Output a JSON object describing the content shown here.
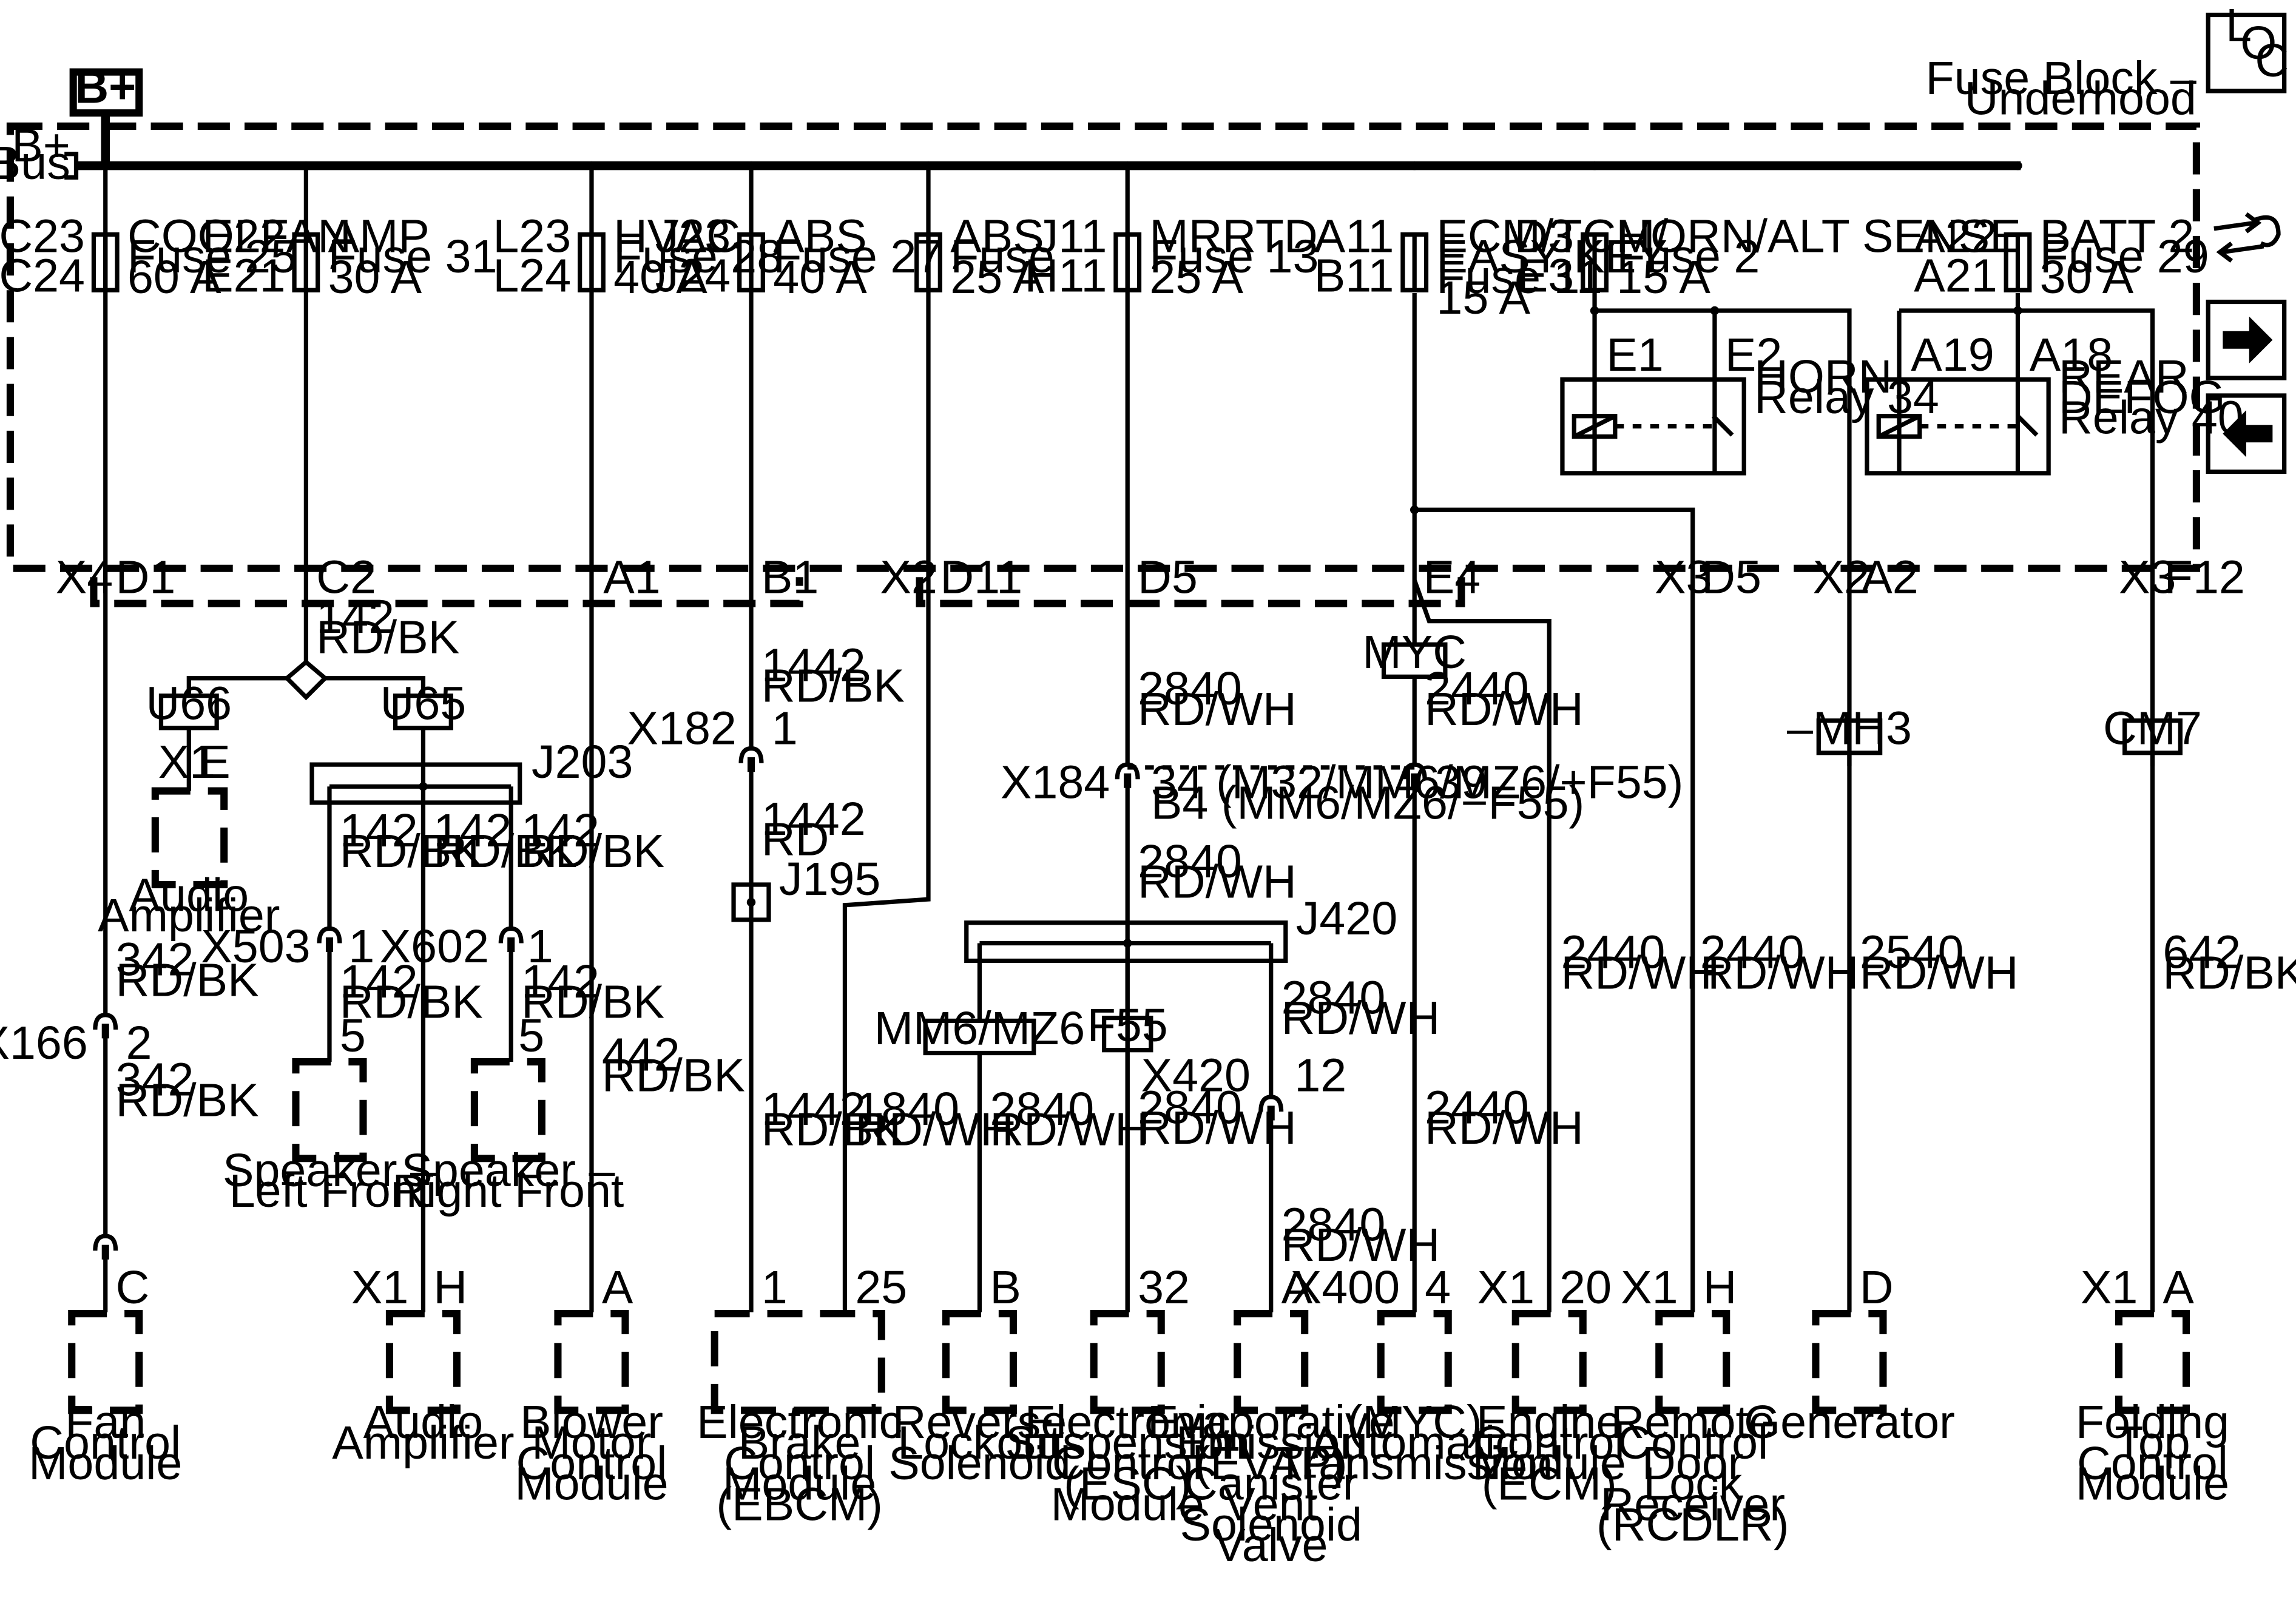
{
  "header": {
    "b_plus": "B+",
    "loc_l": "L",
    "loc_o": "O",
    "loc_c": "C",
    "fuse_block_1": "Fuse Block –",
    "fuse_block_2": "Underhood",
    "bus_1": "B+",
    "bus_2": "Bus"
  },
  "nav": {
    "forward_icon": "arrow-right-icon",
    "back_icon": "arrow-left-icon",
    "tools_icon": "wrench-icon"
  },
  "fuses": [
    {
      "pin_top": "C23",
      "pin_bot": "C24",
      "name": "COOLFAN",
      "fuse": "Fuse 25",
      "amps": "60 A"
    },
    {
      "pin_top": "E22",
      "pin_bot": "E21",
      "name": "AMP",
      "fuse": "Fuse 31",
      "amps": "30 A"
    },
    {
      "pin_top": "L23",
      "pin_bot": "L24",
      "name": "HVAC",
      "fuse": "Fuse 28",
      "amps": "40 A"
    },
    {
      "pin_top": "J23",
      "pin_bot": "J24",
      "name": "ABS",
      "fuse": "Fuse 27",
      "amps": "40 A"
    },
    {
      "pin_top": "",
      "pin_bot": "",
      "name": "ABS",
      "fuse": "Fuse",
      "amps": "25 A"
    },
    {
      "pin_top": "J11",
      "pin_bot": "H11",
      "name": "MRRTD",
      "fuse": "Fuse 13",
      "amps": "25 A"
    },
    {
      "pin_top": "A11",
      "pin_bot": "B11",
      "name": "ECM/TCM/",
      "name2": "EASY KEY",
      "fuse": "Fuse 11",
      "amps": "15 A"
    },
    {
      "pin_top": "D3",
      "pin_bot": "E3",
      "name": "HORN/ALT SENSE",
      "fuse": "Fuse 2",
      "amps": "15 A"
    },
    {
      "pin_top": "A22",
      "pin_bot": "A21",
      "name": "BATT 2",
      "fuse": "Fuse 29",
      "amps": "30 A"
    }
  ],
  "relays": [
    {
      "pin_l": "E1",
      "pin_r": "E2",
      "name": "HORN",
      "relay": "Relay 34"
    },
    {
      "pin_l": "A19",
      "pin_r": "A18",
      "name": "REAR",
      "name2": "DEFOG",
      "relay": "Relay 40"
    }
  ],
  "connectors": {
    "x4": "X4",
    "d1": "D1",
    "c2": "C2",
    "a1": "A1",
    "b1": "B1",
    "x2a": "X2",
    "d11": "D11",
    "d5": "D5",
    "e4": "E4",
    "x3a": "X3",
    "d5b": "D5",
    "x2b": "X2",
    "a2": "A2",
    "x3b": "X3",
    "f12": "F12"
  },
  "wires": {
    "w142a": "142",
    "w142a_c": "RD/BK",
    "w1442a": "1442",
    "w1442a_c": "RD/BK",
    "w2840a": "2840",
    "w2840a_c": "RD/WH",
    "w2440a": "2440",
    "w2440a_c": "RD/WH",
    "w142l": "142",
    "w142l_c": "RD/BK",
    "w142m": "142",
    "w142m_c": "RD/BK",
    "w142r": "142",
    "w142r_c": "RD/BK",
    "w1442b": "1442",
    "w1442b_c": "RD",
    "w2840b": "2840",
    "w2840b_c": "RD/WH",
    "w342a": "342",
    "w342a_c": "RD/BK",
    "w342b": "342",
    "w342b_c": "RD/BK",
    "w142sl": "142",
    "w142sl_c": "RD/BK",
    "w142sr": "142",
    "w142sr_c": "RD/BK",
    "w442": "442",
    "w442_c": "RD/BK",
    "w1442c": "1442",
    "w1442c_c": "RD/BK",
    "w1840": "1840",
    "w1840_c": "RD/WH",
    "w2840c": "2840",
    "w2840c_c": "RD/WH",
    "w2840d": "2840",
    "w2840d_c": "RD/WH",
    "w2840e": "2840",
    "w2840e_c": "RD/WH",
    "w2840f": "2840",
    "w2840f_c": "RD/WH",
    "w2440b": "2440",
    "w2440b_c": "RD/WH",
    "w2440c": "2440",
    "w2440c_c": "RD/WH",
    "w2440d": "2440",
    "w2440d_c": "RD/WH",
    "w2540": "2540",
    "w2540_c": "RD/WH",
    "w642": "642",
    "w642_c": "RD/BK"
  },
  "options": {
    "u66": "U66",
    "u65": "U65",
    "myc": "MYC",
    "mh3": "–MH3",
    "cm7": "CM7",
    "mm6": "MM6/MZ6",
    "f55": "F55"
  },
  "splices": {
    "j203": "J203",
    "j195": "J195",
    "j420": "J420"
  },
  "inline": {
    "x182": "X182",
    "x182_pin": "1",
    "x184": "X184",
    "x184_note1": "34 (M32/MM6/MZ6/+F55)",
    "x184_note2": "B4 (MM6/MZ6/−F55)",
    "x184_pin2": "39",
    "x503": "X503",
    "x503_pin": "1",
    "x503_pin2": "5",
    "x602": "X602",
    "x602_pin": "1",
    "x602_pin2": "5",
    "x166": "X166",
    "x166_pin": "2",
    "x420": "X420",
    "x420_pin": "12",
    "amp_x1": "X1",
    "amp_e": "E"
  },
  "components": [
    {
      "pin_conn": "",
      "pin": "C",
      "l1": "Fan",
      "l2": "Control",
      "l3": "Module"
    },
    {
      "pin_conn": "X1",
      "pin": "H",
      "l1": "Audio",
      "l2": "Amplifier"
    },
    {
      "pin_conn": "",
      "pin": "A",
      "l1": "Blower",
      "l2": "Motor",
      "l3": "Control",
      "l4": "Module"
    },
    {
      "pin_conn": "",
      "pin": "1",
      "pin2": "25",
      "l1": "Electronic",
      "l2": "Brake",
      "l3": "Control",
      "l4": "Module",
      "l5": "(EBCM)"
    },
    {
      "pin_conn": "",
      "pin": "B",
      "l1": "Reverse",
      "l2": "Lockout",
      "l3": "Solenoid"
    },
    {
      "pin_conn": "",
      "pin": "32",
      "l1": "Electronic",
      "l2": "Suspension",
      "l3": "Control",
      "l4": "(ESC)",
      "l5": "Module"
    },
    {
      "pin_conn": "",
      "pin": "A",
      "l1": "Evaporative",
      "l2": "Emission",
      "l3": "(EVAP)",
      "l4": "Canister",
      "l5": "Vent",
      "l6": "Solenoid",
      "l7": "Valve"
    },
    {
      "pin_conn": "X400",
      "pin": "4",
      "l1": "(MYC)",
      "l2": "Automatic",
      "l3": "Transmission"
    },
    {
      "pin_conn": "X1",
      "pin": "20",
      "l1": "Engine",
      "l2": "Control",
      "l3": "Module",
      "l4": "(ECM)"
    },
    {
      "pin_conn": "X1",
      "pin": "H",
      "l1": "Remote",
      "l2": "Control",
      "l3": "Door",
      "l4": "Lock",
      "l5": "Receiver",
      "l6": "(RCDLR)"
    },
    {
      "pin_conn": "",
      "pin": "D",
      "l1": "Generator"
    },
    {
      "pin_conn": "X1",
      "pin": "A",
      "l1": "Folding",
      "l2": "Top",
      "l3": "Control",
      "l4": "Module"
    }
  ],
  "amp_top": {
    "l1": "Audio",
    "l2": "Amplifier"
  },
  "speakers": [
    {
      "l1": "Speaker –",
      "l2": "Left Front"
    },
    {
      "l1": "Speaker –",
      "l2": "Right Front"
    }
  ]
}
